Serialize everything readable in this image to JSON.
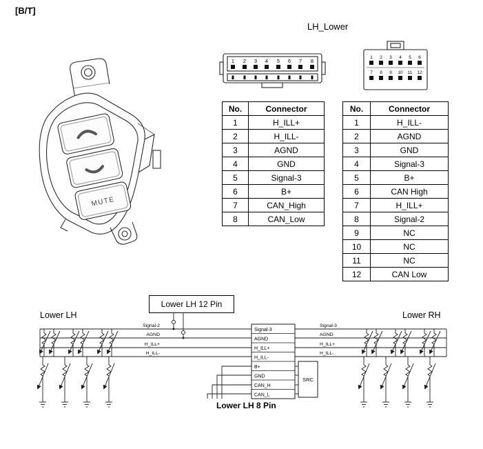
{
  "page": {
    "corner_tag": "[B/T]",
    "diagram_title": "LH_Lower"
  },
  "connector8": {
    "pins": [
      "1",
      "2",
      "3",
      "4",
      "5",
      "6",
      "7",
      "8"
    ]
  },
  "connector12": {
    "pins_top": [
      "1",
      "2",
      "3",
      "4",
      "5",
      "6"
    ],
    "pins_bottom": [
      "7",
      "8",
      "9",
      "10",
      "11",
      "12"
    ]
  },
  "table8": {
    "headers": [
      "No.",
      "Connector"
    ],
    "rows": [
      [
        "1",
        "H_ILL+"
      ],
      [
        "2",
        "H_ILL-"
      ],
      [
        "3",
        "AGND"
      ],
      [
        "4",
        "GND"
      ],
      [
        "5",
        "Signal-3"
      ],
      [
        "6",
        "B+"
      ],
      [
        "7",
        "CAN_High"
      ],
      [
        "8",
        "CAN_Low"
      ]
    ]
  },
  "table12": {
    "headers": [
      "No.",
      "Connector"
    ],
    "rows": [
      [
        "1",
        "H_ILL-"
      ],
      [
        "2",
        "AGND"
      ],
      [
        "3",
        "GND"
      ],
      [
        "4",
        "Signal-3"
      ],
      [
        "5",
        "B+"
      ],
      [
        "6",
        "CAN High"
      ],
      [
        "7",
        "H_ILL+"
      ],
      [
        "8",
        "Signal-2"
      ],
      [
        "9",
        "NC"
      ],
      [
        "10",
        "NC"
      ],
      [
        "11",
        "NC"
      ],
      [
        "12",
        "CAN Low"
      ]
    ]
  },
  "switch": {
    "mute_label": "MUTE"
  },
  "schematic": {
    "box_12pin": "Lower LH 12 Pin",
    "label_8pin": "Lower LH 8 Pin",
    "left_title": "Lower LH",
    "right_title": "Lower RH",
    "src": "SRC",
    "left_signals": [
      "Signal-2",
      "AGND",
      "H_ILL+",
      "H_ILL-"
    ],
    "block_signals": [
      "Signal-3",
      "AGND",
      "H_ILL+",
      "H_ILL-",
      "B+",
      "GND",
      "CAN_H",
      "CAN_L"
    ],
    "right_signals": [
      "Signal-3",
      "AGND",
      "H_ILL+",
      "H_ILL-"
    ]
  }
}
